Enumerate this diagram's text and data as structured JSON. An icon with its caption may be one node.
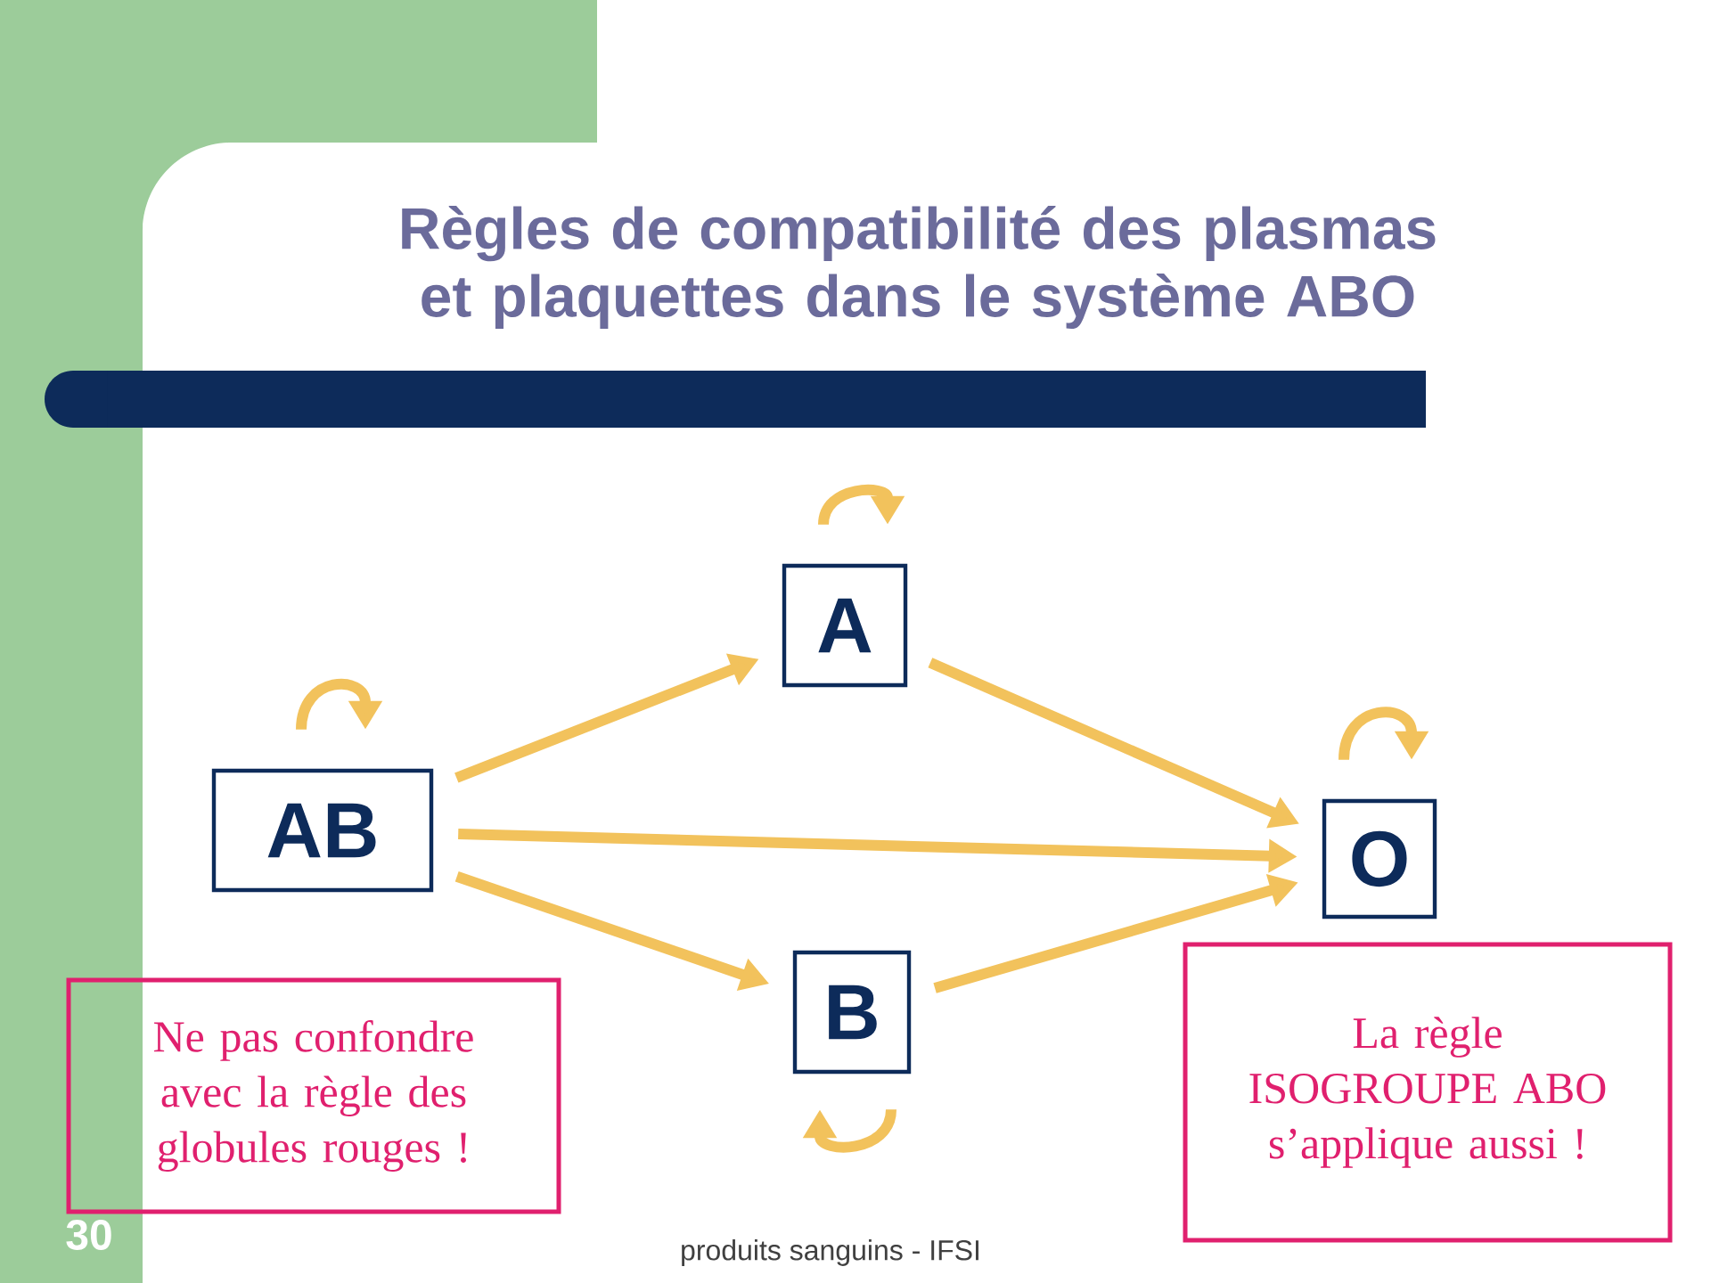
{
  "diagram": {
    "title": "Règles de compatibilité des plasmas et plaquettes dans le système ABO",
    "nodes": [
      {
        "text": [
          "AB"
        ]
      },
      {
        "text": [
          "A"
        ]
      },
      {
        "text": [
          "B"
        ]
      },
      {
        "text": [
          "O"
        ]
      },
      {
        "text": [
          "Ne pas confondre avec la règle des globules rouges !"
        ]
      },
      {
        "text": [
          "La règle ISOGROUPE ABO s’applique aussi !"
        ]
      }
    ],
    "edges": [
      {
        "from": 0,
        "to": 0,
        "arrow": "to"
      },
      {
        "from": 1,
        "to": 1,
        "arrow": "to"
      },
      {
        "from": 3,
        "to": 3,
        "arrow": "to"
      },
      {
        "from": 2,
        "to": 2,
        "arrow": "to"
      },
      {
        "from": 0,
        "to": 1,
        "arrow": "to"
      },
      {
        "from": 0,
        "to": 3,
        "arrow": "to"
      },
      {
        "from": 0,
        "to": 2,
        "arrow": "to"
      },
      {
        "from": 1,
        "to": 3,
        "arrow": "to"
      },
      {
        "from": 2,
        "to": 3,
        "arrow": "to"
      }
    ],
    "labels": [
      "30",
      "produits sanguins - IFSI"
    ]
  }
}
